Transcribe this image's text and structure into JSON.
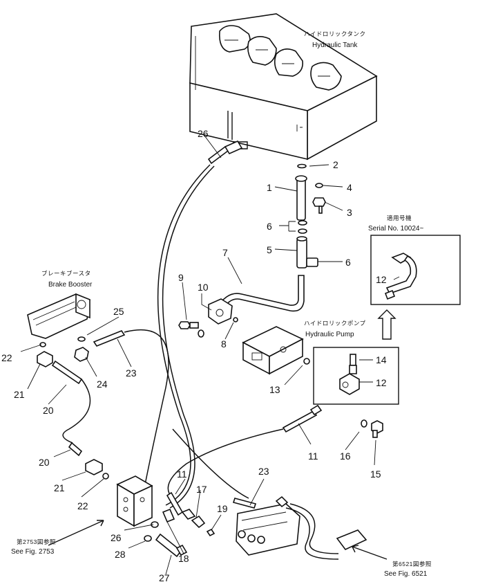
{
  "components": {
    "tank": {
      "jp": "ハイドロリックタンク",
      "en": "Hydraulic Tank"
    },
    "pump": {
      "jp": "ハイドロリックポンプ",
      "en": "Hydraulic Pump"
    },
    "booster": {
      "jp": "ブレーキブースタ",
      "en": "Brake Booster"
    },
    "serial": {
      "jp": "適用号機",
      "en": "Serial No. 10024~"
    }
  },
  "references": {
    "fig_2753": {
      "jp": "第2753図参照",
      "en": "See Fig. 2753"
    },
    "fig_6521": {
      "jp": "第6521図参照",
      "en": "See Fig. 6521"
    }
  },
  "callouts": {
    "c1": "1",
    "c2": "2",
    "c3": "3",
    "c4": "4",
    "c5": "5",
    "c6a": "6",
    "c6b": "6",
    "c7": "7",
    "c8": "8",
    "c9": "9",
    "c10": "10",
    "c11a": "11",
    "c11b": "11",
    "c12a": "12",
    "c12b": "12",
    "c13": "13",
    "c14": "14",
    "c15": "15",
    "c16": "16",
    "c17": "17",
    "c19": "19",
    "c18": "18",
    "c20a": "20",
    "c20b": "20",
    "c21a": "21",
    "c21b": "21",
    "c22a": "22",
    "c22b": "22",
    "c23a": "23",
    "c23b": "23",
    "c24": "24",
    "c25": "25",
    "c26a": "26",
    "c26b": "26",
    "c27": "27",
    "c28": "28"
  }
}
